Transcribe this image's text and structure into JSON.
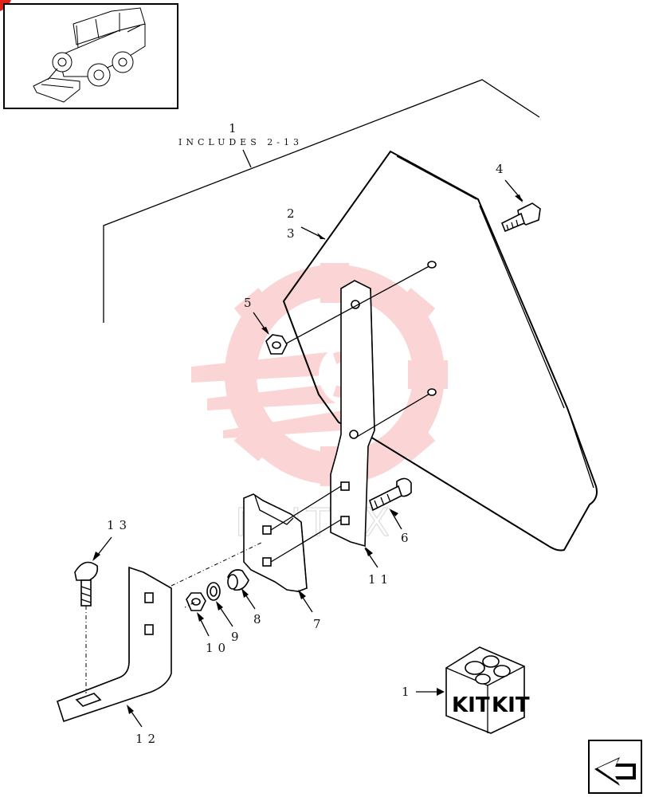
{
  "callouts": {
    "c1": "1",
    "includes": "INCLUDES 2-13",
    "c2": "2",
    "c3": "3",
    "c4": "4",
    "c5": "5",
    "c6": "6",
    "c7": "7",
    "c8": "8",
    "c9": "9",
    "c10": "10",
    "c11": "11",
    "c12": "12",
    "c13": "13",
    "ckit": "1"
  },
  "kit": {
    "left": "KIT",
    "right": "KIT"
  },
  "watermark": {
    "text": "MHTEX",
    "color": "#f26b6b"
  },
  "thumbnail": {
    "icon": "skid-steer-loader-icon"
  },
  "navigation": {
    "icon": "previous-page-arrow-icon"
  }
}
